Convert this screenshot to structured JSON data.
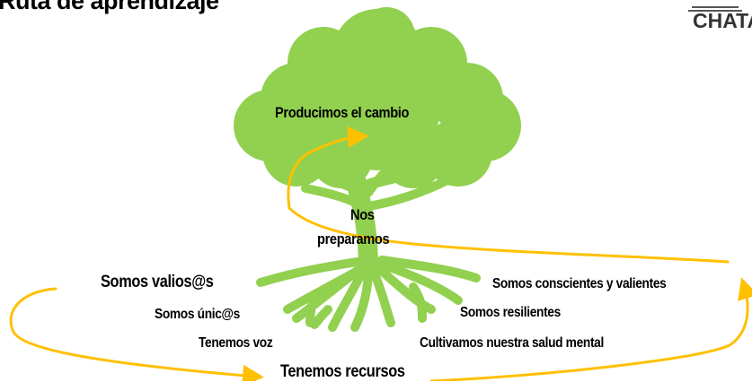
{
  "header": {
    "title": "Ruta de aprendizaje",
    "logo_text": "CHATA"
  },
  "colors": {
    "tree": "#92D050",
    "arrow": "#FFC000",
    "text": "#000000"
  },
  "tree": {
    "crown_label": "Producimos el cambio",
    "trunk_label_line1": "Nos",
    "trunk_label_line2": "preparamos"
  },
  "roots_left": {
    "item1": "Somos valios@s",
    "item2": "Somos únic@s",
    "item3": "Tenemos voz"
  },
  "roots_bottom": {
    "item1": "Tenemos recursos"
  },
  "roots_right": {
    "item1": "Somos conscientes y valientes",
    "item2": "Somos resilientes",
    "item3": "Cultivamos nuestra salud mental"
  }
}
